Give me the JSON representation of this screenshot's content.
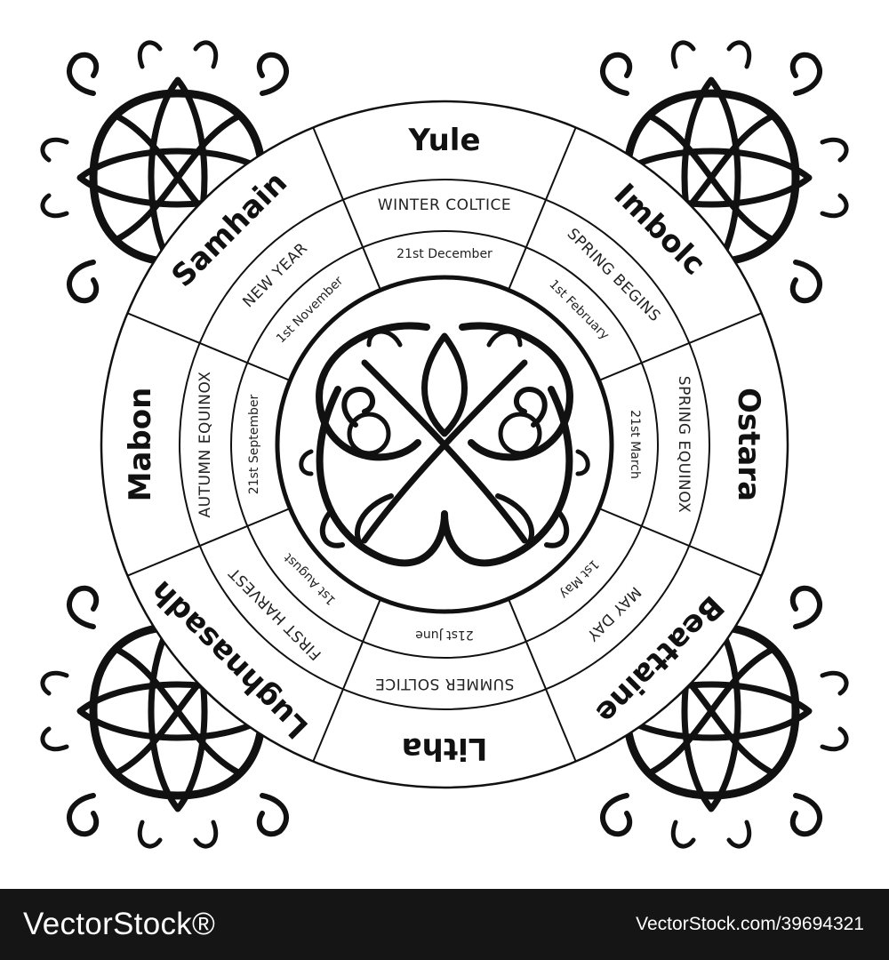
{
  "wheel": {
    "segments": [
      {
        "festival": "Yule",
        "meaning": "WINTER COLTICE",
        "date": "21st December"
      },
      {
        "festival": "Imbolc",
        "meaning": "SPRING BEGINS",
        "date": "1st February"
      },
      {
        "festival": "Ostara",
        "meaning": "SPRING EQUINOX",
        "date": "21st March"
      },
      {
        "festival": "Beattaine",
        "meaning": "MAY DAY",
        "date": "1st May"
      },
      {
        "festival": "Litha",
        "meaning": "SUMMER SOLTICE",
        "date": "21st June"
      },
      {
        "festival": "Lughnasadh",
        "meaning": "FIRST HARVEST",
        "date": "1st August"
      },
      {
        "festival": "Mabon",
        "meaning": "AUTUMN EQUINOX",
        "date": "21st September"
      },
      {
        "festival": "Samhain",
        "meaning": "NEW YEAR",
        "date": "1st November"
      }
    ]
  },
  "watermark": {
    "logo": "VectorStock®",
    "id": "VectorStock.com/39694321"
  },
  "colors": {
    "ink": "#111111",
    "paper": "#ffffff",
    "bar": "#151515"
  }
}
